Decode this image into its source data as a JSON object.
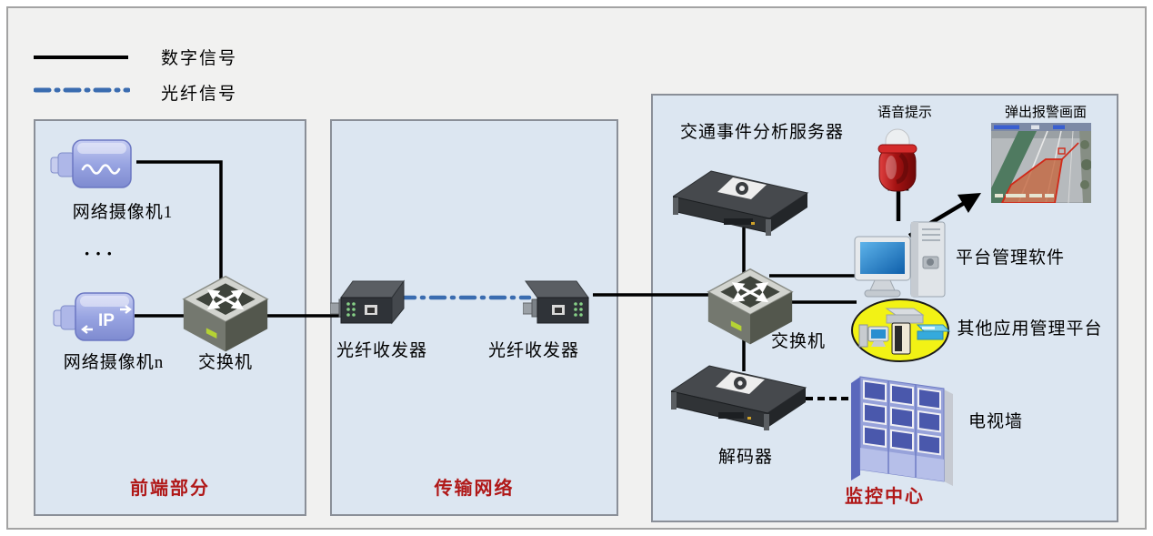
{
  "legend": {
    "digital_label": "数字信号",
    "fiber_label": "光纤信号"
  },
  "zones": {
    "frontend_title": "前端部分",
    "transmission_title": "传输网络",
    "center_title": "监控中心"
  },
  "nodes": {
    "camera1_label": "网络摄像机1",
    "ellipsis": "···",
    "cameraN_label": "网络摄像机n",
    "camera_ip_text": "IP",
    "frontend_switch_label": "交换机",
    "transceiver_left_label": "光纤收发器",
    "transceiver_right_label": "光纤收发器",
    "analysis_server_label": "交通事件分析服务器",
    "voice_prompt_label": "语音提示",
    "alarm_popup_label": "弹出报警画面",
    "platform_software_label": "平台管理软件",
    "center_switch_label": "交换机",
    "other_platform_label": "其他应用管理平台",
    "decoder_label": "解码器",
    "tv_wall_label": "电视墙"
  },
  "colors": {
    "digital_signal": "#000000",
    "fiber_signal": "#3a6cb0",
    "zone_fill": "#dce6f1",
    "zone_title_red": "#b01818",
    "highlight_ellipse_yellow": "#f2f215"
  }
}
